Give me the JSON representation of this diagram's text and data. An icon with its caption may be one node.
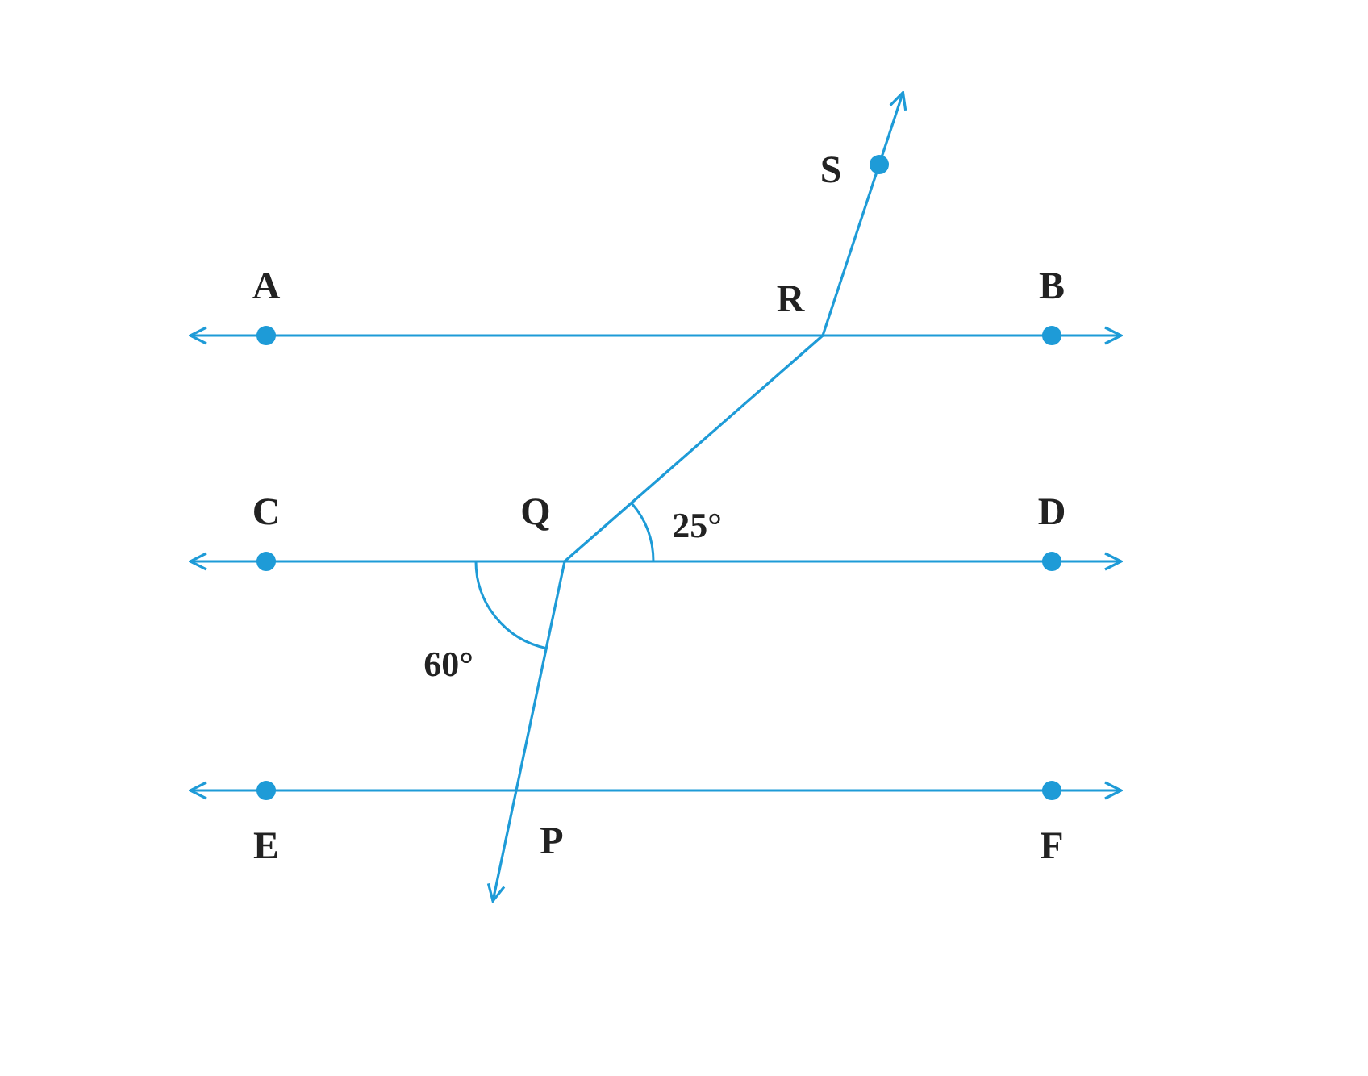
{
  "diagram": {
    "nodes": [
      {
        "text": [
          "A"
        ]
      },
      {
        "text": [
          "B"
        ]
      },
      {
        "text": [
          "C"
        ]
      },
      {
        "text": [
          "D"
        ]
      },
      {
        "text": [
          "E"
        ]
      },
      {
        "text": [
          "F"
        ]
      },
      {
        "text": [
          "P"
        ]
      },
      {
        "text": [
          "Q"
        ]
      },
      {
        "text": [
          "R"
        ]
      },
      {
        "text": [
          "S"
        ]
      }
    ],
    "edges": [
      {
        "from": 0,
        "to": 1,
        "arrow": "both"
      },
      {
        "from": 2,
        "to": 3,
        "arrow": "both"
      },
      {
        "from": 4,
        "to": 5,
        "arrow": "both"
      },
      {
        "from": 7,
        "to": 6,
        "arrow": "to"
      },
      {
        "from": 7,
        "to": 8,
        "arrow": "none"
      },
      {
        "from": 8,
        "to": 9,
        "arrow": "to"
      }
    ],
    "labels": [
      "25°",
      "60°"
    ]
  }
}
